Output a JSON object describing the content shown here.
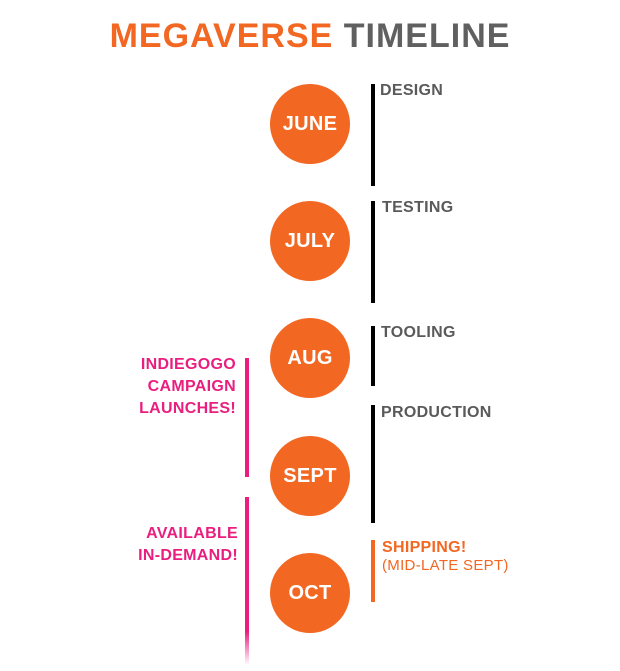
{
  "title": {
    "part1": "MEGAVERSE",
    "part2": "TIMELINE"
  },
  "colors": {
    "accent": "#f26722",
    "heading_gray": "#606060",
    "phase_gray": "#5a5a5a",
    "pink": "#e91e7f",
    "bar": "#000000"
  },
  "months": [
    {
      "label": "JUNE"
    },
    {
      "label": "JULY"
    },
    {
      "label": "AUG"
    },
    {
      "label": "SEPT"
    },
    {
      "label": "OCT"
    }
  ],
  "phases": [
    {
      "label": "DESIGN"
    },
    {
      "label": "TESTING"
    },
    {
      "label": "TOOLING"
    },
    {
      "label": "PRODUCTION"
    },
    {
      "label": "SHIPPING!",
      "sublabel": "(MID-LATE SEPT)"
    }
  ],
  "notes": [
    {
      "lines": [
        "INDIEGOGO",
        "CAMPAIGN",
        "LAUNCHES!"
      ]
    },
    {
      "lines": [
        "AVAILABLE",
        "IN-DEMAND!"
      ]
    }
  ]
}
